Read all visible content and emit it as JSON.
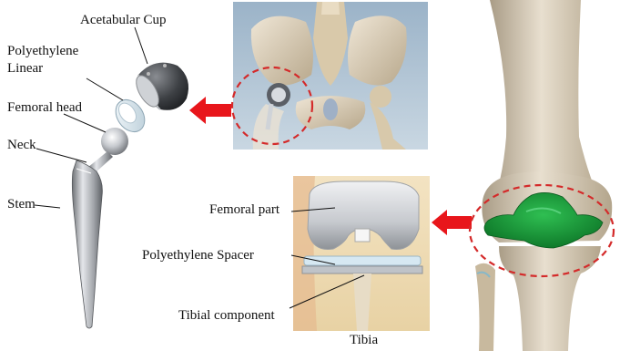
{
  "hip": {
    "labels": {
      "acetabular_cup": "Acetabular Cup",
      "polyethylene_linear_1": "Polyethylene",
      "polyethylene_linear_2": "Linear",
      "femoral_head": "Femoral head",
      "neck": "Neck",
      "stem": "Stem"
    }
  },
  "knee": {
    "labels": {
      "femoral_part": "Femoral part",
      "polyethylene_spacer": "Polyethylene Spacer",
      "tibial_component": "Tibial component",
      "tibia": "Tibia"
    }
  },
  "colors": {
    "arrow": "#e8161b",
    "highlight_ring": "#d42a2a",
    "cartilage": "#1a9a3a",
    "bone": "#e6dccb",
    "implant_metal": "#c9ccd1",
    "pelvis_bg": "#a9bfd2"
  },
  "icons": {
    "arrow_left": "arrow-left-icon"
  }
}
